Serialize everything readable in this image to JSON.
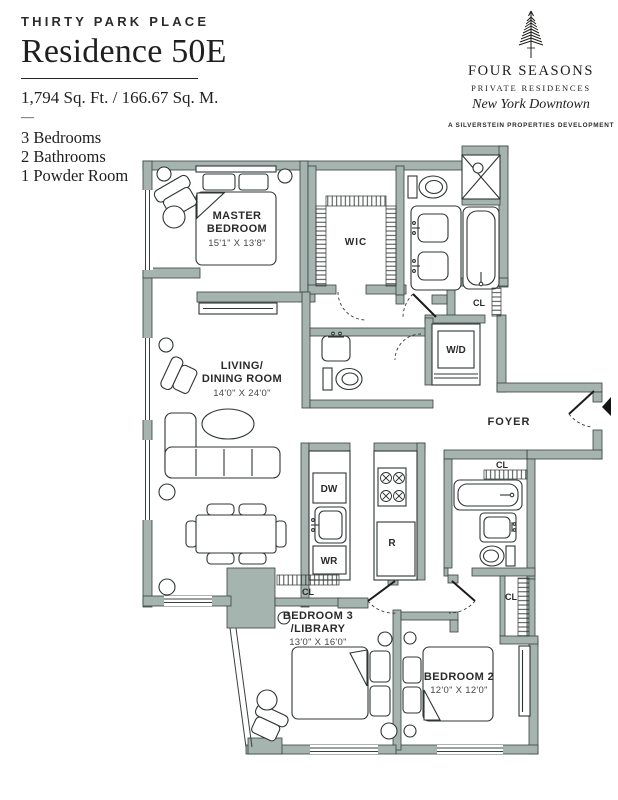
{
  "header": {
    "building": "THIRTY PARK PLACE",
    "residence": "Residence 50E",
    "area": "1,794 Sq. Ft. / 166.67 Sq. M.",
    "divider": "—",
    "features": [
      "3 Bedrooms",
      "2 Bathrooms",
      "1 Powder Room"
    ]
  },
  "brand": {
    "name": "FOUR SEASONS",
    "subtitle": "PRIVATE RESIDENCES",
    "location": "New York Downtown",
    "developer": "A SILVERSTEIN PROPERTIES DEVELOPMENT"
  },
  "rooms": {
    "master": {
      "line1": "MASTER",
      "line2": "BEDROOM",
      "dims": "15'1\" X 13'8\""
    },
    "wic": {
      "label": "WIC"
    },
    "living": {
      "line1": "LIVING/",
      "line2": "DINING ROOM",
      "dims": "14'0\" X 24'0\""
    },
    "foyer": {
      "label": "FOYER"
    },
    "bedroom3": {
      "line1": "BEDROOM 3",
      "line2": "/LIBRARY",
      "dims": "13'0\" X 16'0\""
    },
    "bedroom2": {
      "line1": "BEDROOM 2",
      "dims": "12'0\" X 12'0\""
    }
  },
  "fixtures": {
    "wd": "W/D",
    "dw": "DW",
    "wr": "WR",
    "fridge": "R",
    "closet": "CL"
  },
  "colors": {
    "wall": "#a6b4b0",
    "line": "#3a4040",
    "text": "#262626"
  }
}
